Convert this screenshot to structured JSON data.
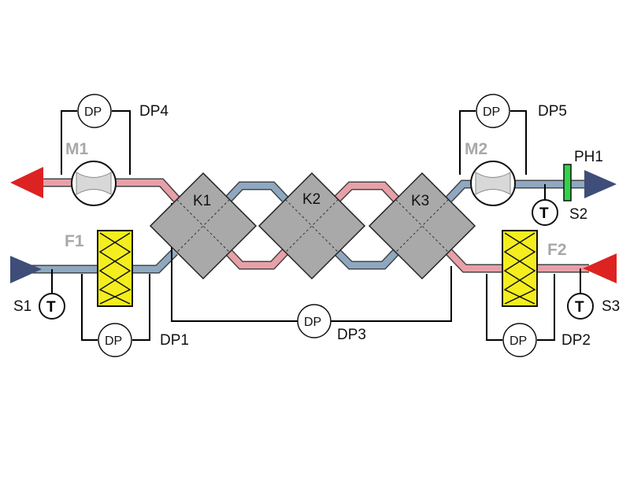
{
  "components": {
    "heat_exchangers": [
      "K1",
      "K2",
      "K3"
    ],
    "fans": [
      "M1",
      "M2"
    ],
    "filters": [
      "F1",
      "F2"
    ],
    "pressure_sensors": [
      "DP1",
      "DP2",
      "DP3",
      "DP4",
      "DP5"
    ],
    "temperature_sensors": [
      "S1",
      "S2",
      "S3"
    ],
    "humidity_sensor": "PH1",
    "dp_symbol": "DP",
    "t_symbol": "T"
  },
  "colors": {
    "supply_air": "#e8a0a8",
    "exhaust_air": "#8ea8c0",
    "arrow_red": "#dd2222",
    "arrow_blue": "#3e4e78",
    "exchanger": "#a9a9a9",
    "filter": "#f4ee1e",
    "humidity_sensor": "#33d24a"
  }
}
